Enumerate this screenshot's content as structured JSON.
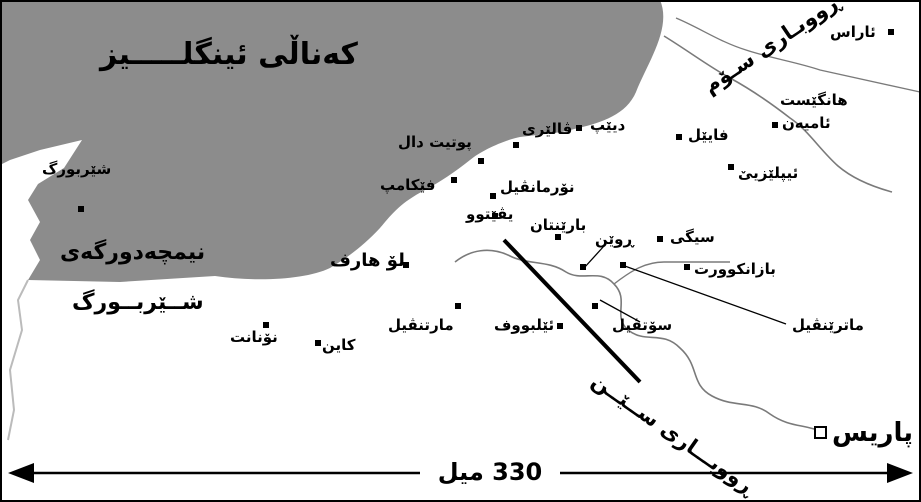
{
  "colors": {
    "sea": "#8c8c8c",
    "land": "#ffffff",
    "river": "#7a7a7a",
    "route": "#000000"
  },
  "regions": {
    "channel": "كەناڵى ئینگلـــــیز",
    "peninsula": "نیمچەدورگەی",
    "cherbourg_region": "شــێربــورگ"
  },
  "rivers": {
    "seine": "ڕووبـــاری ســێــن",
    "somme": "ڕووبـاری سـۆم"
  },
  "cities": {
    "aras": "ئاراس",
    "hangest": "هانگێست",
    "amiens": "ئامیەن",
    "dieppe": "دیێپ",
    "veules": "ڤالێری",
    "poteau": "پوتیت دال",
    "fayel": "فایێل",
    "fecamp": "فێکامپ",
    "normanville": "نۆرمانڤیل",
    "oisemont": "ئیپلێزیێ",
    "yvetot": "یڤێتوو",
    "barentin": "بارێنتان",
    "rouen": "ڕوێن",
    "sigy": "سیگی",
    "bazincourt": "بازانکوورت",
    "cherbourg": "شێربورگ",
    "le_havre": "لۆ هارف",
    "martinville": "مارتنڤیل",
    "elbeuf": "ئێلبووف",
    "sotteville": "سۆتڤیل",
    "matrinville": "ماترێنڤیل",
    "nonant": "نۆنانت",
    "caen": "کاین",
    "paris": "پاریس"
  },
  "scale": {
    "label": "330 میل"
  }
}
